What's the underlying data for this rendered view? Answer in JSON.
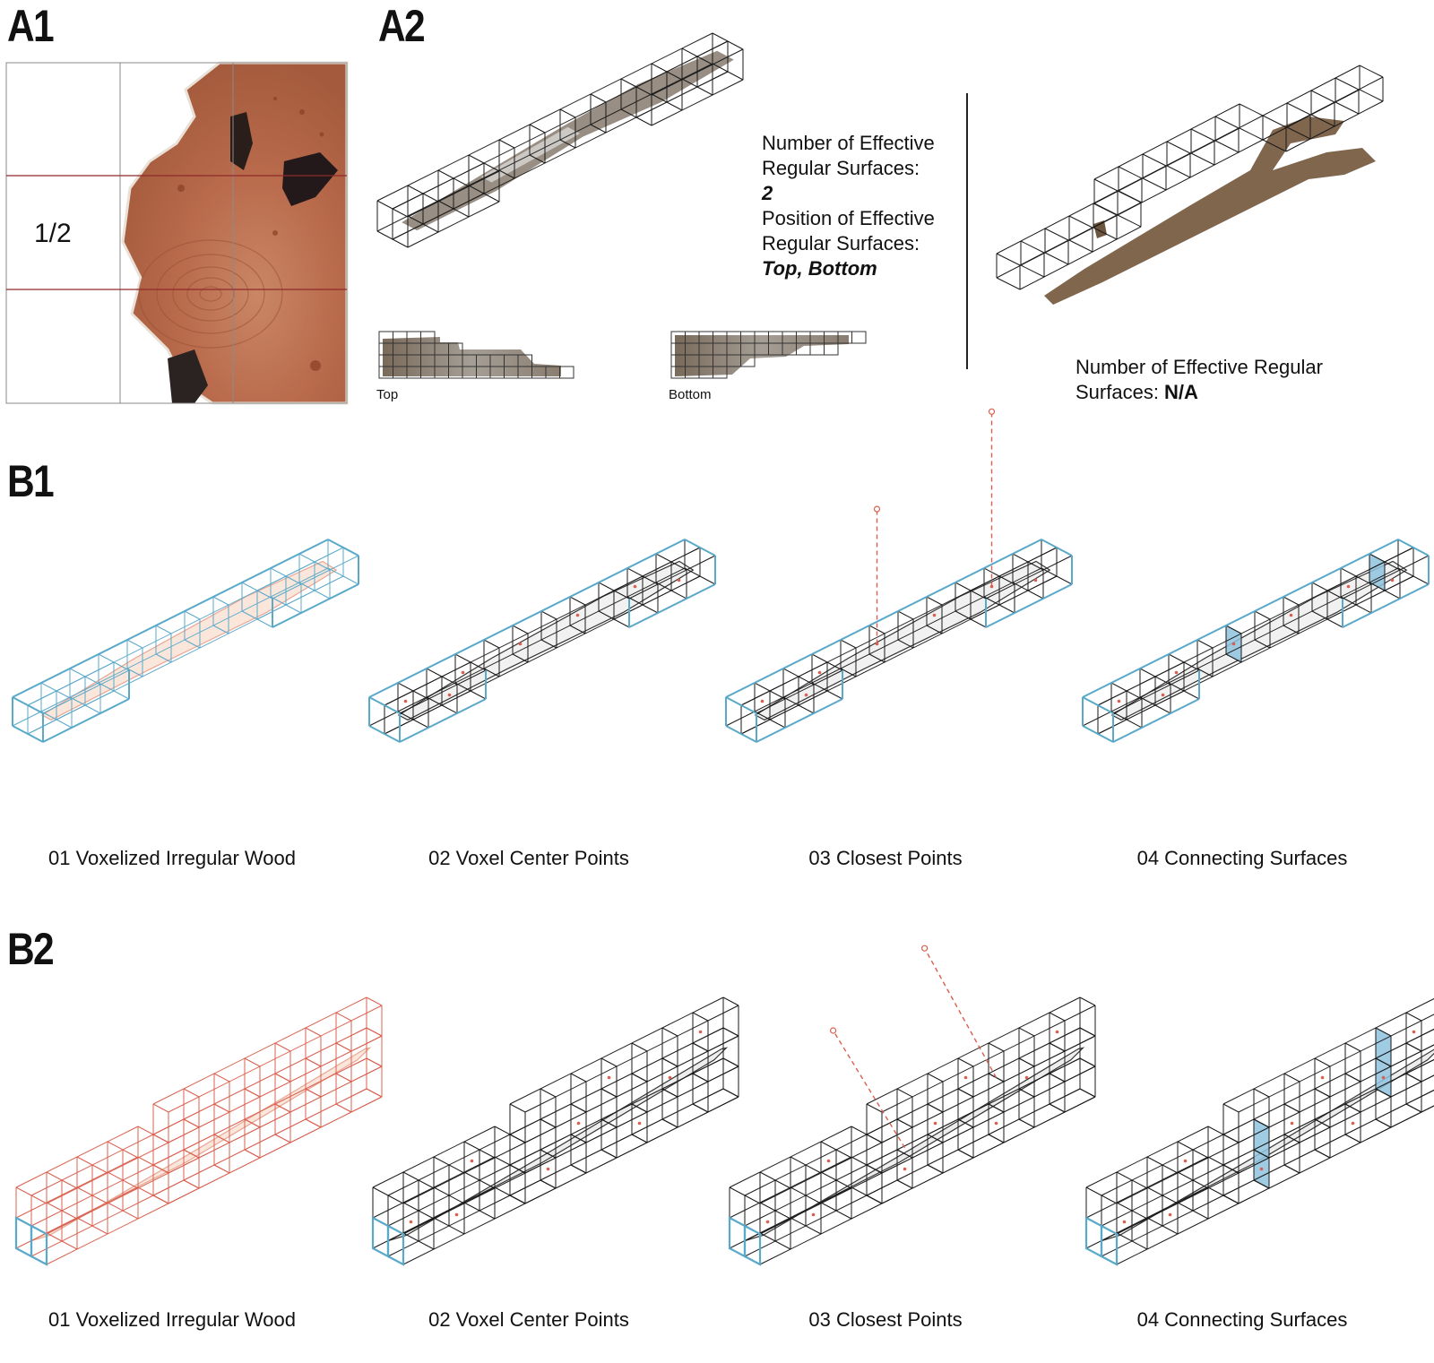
{
  "labels": {
    "a1": "A1",
    "a2": "A2",
    "b1": "B1",
    "b2": "B2"
  },
  "a1": {
    "fraction": "1/2"
  },
  "a2": {
    "info_lines": [
      "Number of Effective",
      "Regular Surfaces:"
    ],
    "count": "2",
    "position_lines": [
      "Position of Effective",
      "Regular Surfaces:"
    ],
    "positions": "Top, Bottom",
    "top_label": "Top",
    "bottom_label": "Bottom",
    "right_info_lines": [
      "Number of Effective Regular",
      "Surfaces: "
    ],
    "right_value": "N/A"
  },
  "steps": [
    "01 Voxelized Irregular Wood",
    "02 Voxel Center Points",
    "03 Closest Points",
    "04 Connecting Surfaces"
  ],
  "colors": {
    "voxel_blue": "#5aa9c9",
    "voxel_red": "#d9604f",
    "surface_blue": "#8fc3df",
    "grid_black": "#1a1a1a",
    "wood_a1": "#b5664a",
    "wood_dark": "#6e5a45"
  }
}
